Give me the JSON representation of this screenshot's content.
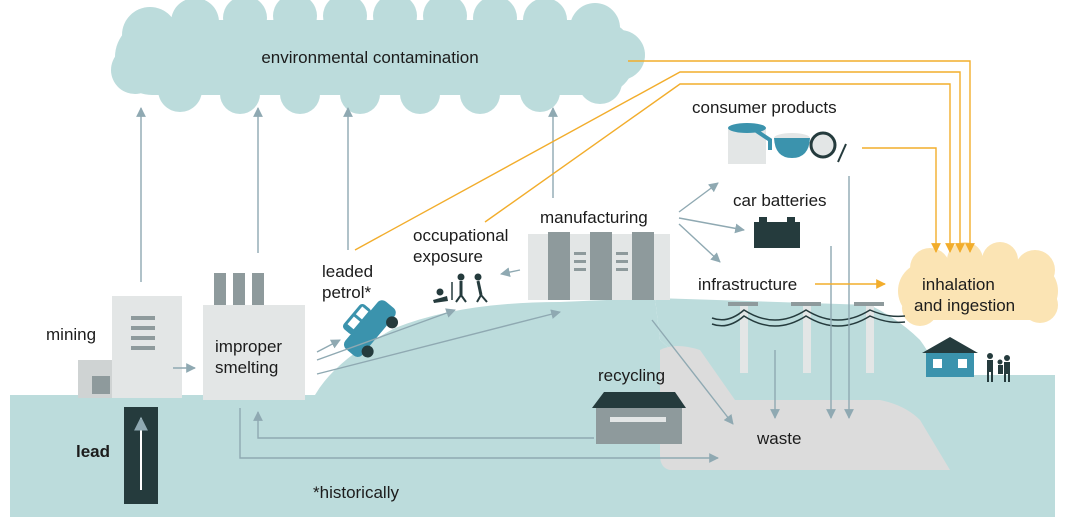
{
  "labels": {
    "environmental_contamination": "environmental contamination",
    "consumer_products": "consumer products",
    "car_batteries": "car batteries",
    "manufacturing": "manufacturing",
    "occupational_exposure_line1": "occupational",
    "occupational_exposure_line2": "exposure",
    "leaded_petrol_line1": "leaded",
    "leaded_petrol_line2": "petrol*",
    "infrastructure": "infrastructure",
    "inhalation_line1": "inhalation",
    "inhalation_line2": "and ingestion",
    "mining": "mining",
    "improper_smelting_line1": "improper",
    "improper_smelting_line2": "smelting",
    "recycling": "recycling",
    "waste": "waste",
    "lead": "lead",
    "historically": "*historically"
  },
  "colors": {
    "land": "#bcdcdc",
    "cloud": "#bcdcdc",
    "waste_area": "#dcdcdc",
    "building": "#e3e6e6",
    "building_dark": "#8e9a9c",
    "arrow_gray": "#8fa9b2",
    "arrow_orange": "#f2ad2c",
    "human_cloud": "#fbe4b4",
    "dark": "#253b3d",
    "teal": "#3b93ad"
  }
}
